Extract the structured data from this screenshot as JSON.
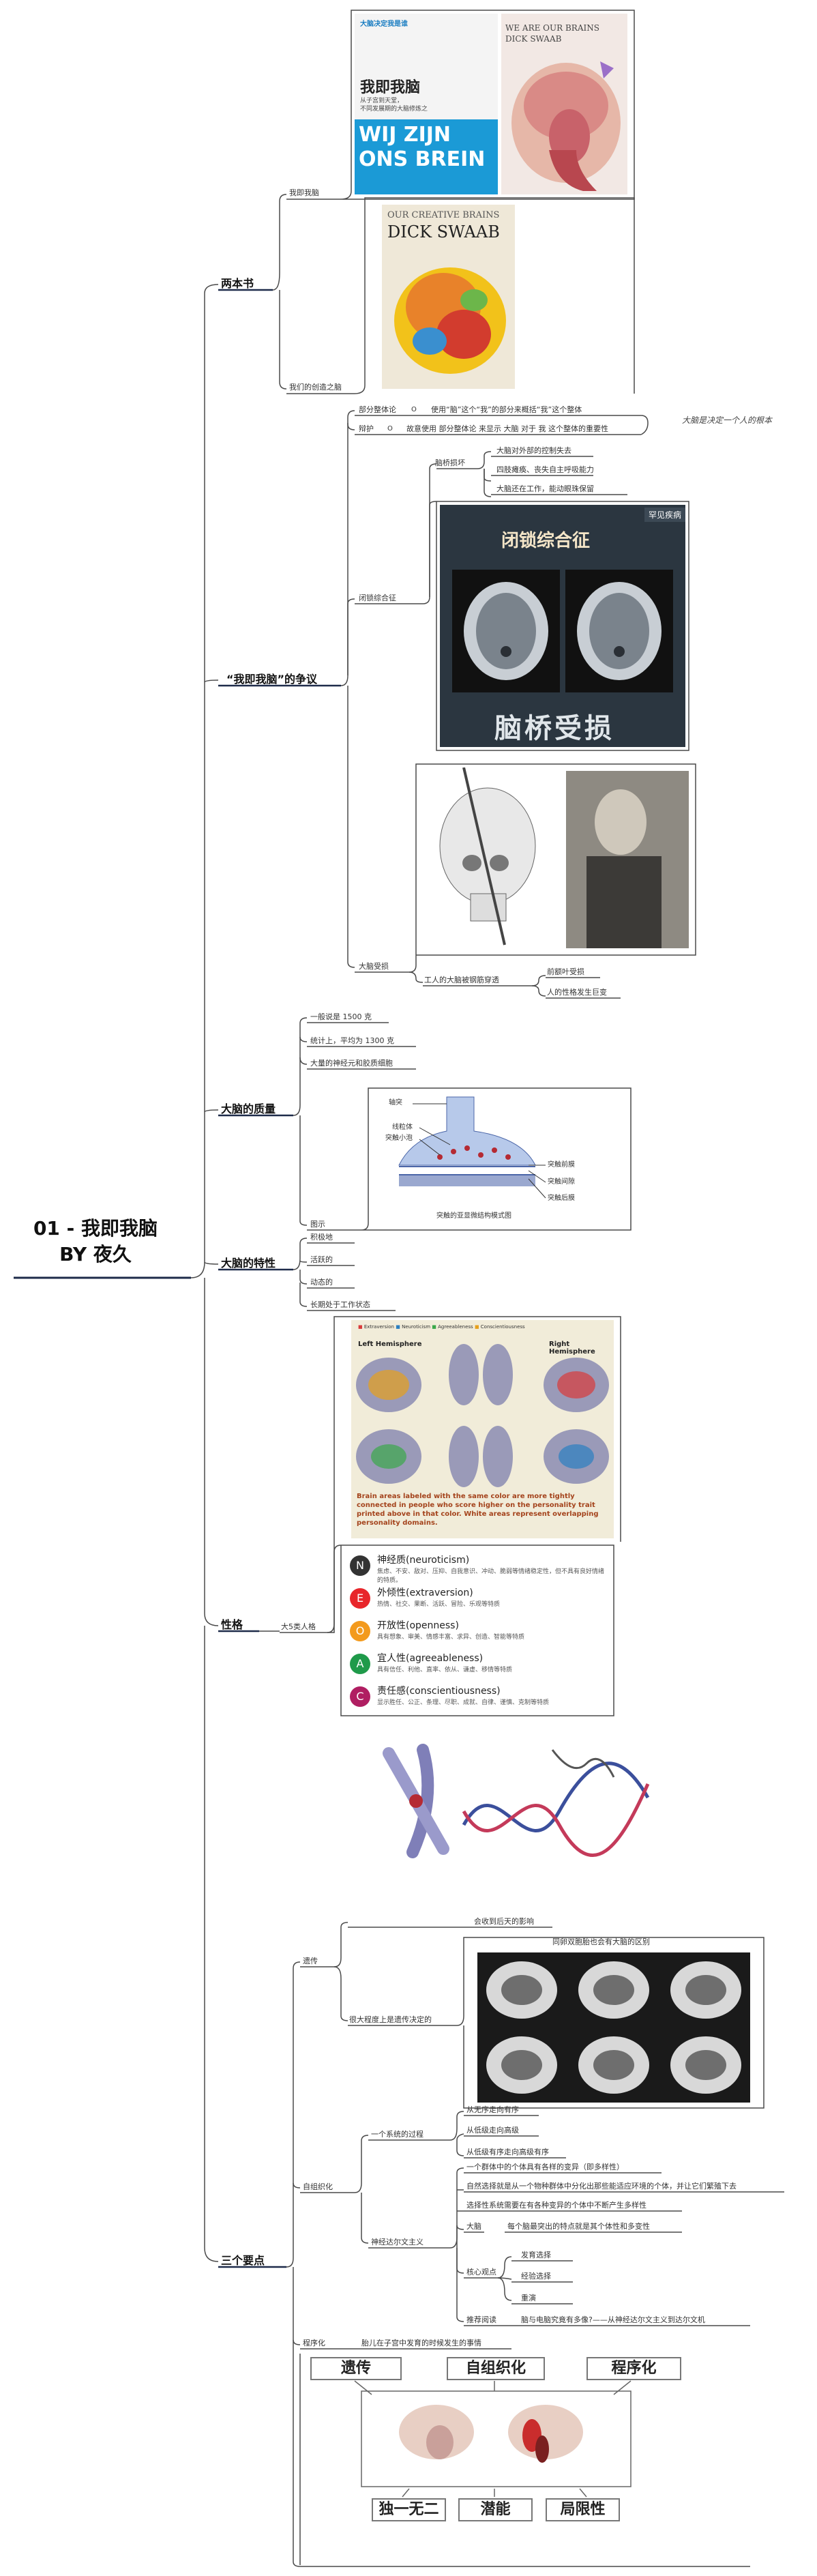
{
  "root": {
    "line1": "01 - 我即我脑",
    "line2": "BY 夜久"
  },
  "sections": {
    "books": "两本书",
    "debate": "“我即我脑”的争议",
    "quality": "大脑的质量",
    "features": "大脑的特性",
    "personality": "性格",
    "three": "三个要点"
  },
  "books": {
    "book1_label": "我即我脑",
    "book2_label": "我们的创造之脑",
    "cover1": {
      "top": "大脑决定我是谁",
      "title_cn": "我即我脑",
      "sub1": "从子宫到天堂，",
      "sub2": "不同发展期的大脑修炼之",
      "nl1": "WIJ ZIJN",
      "nl2": "ONS BREIN"
    },
    "cover2": {
      "line1": "WE ARE OUR BRAINS",
      "line2": "DICK SWAAB"
    },
    "cover3": {
      "line1": "OUR CREATIVE BRAINS",
      "line2": "DICK SWAAB"
    }
  },
  "debate": {
    "part_whole": "部分整体论",
    "part_whole_desc": "使用“脑”这个“我”的部分来概括“我”这个整体",
    "refute": "辩护",
    "refute_desc": "故意使用 部分整体论 来显示 大脑 对于 我 这个整体的重要性",
    "note": "大脑是决定一个人的根本",
    "locked": "闭锁综合征",
    "stem_damage": "脑桥损坏",
    "stem_items": [
      "大脑对外部的控制失去",
      "四肢瘫痪、丧失自主呼吸能力",
      "大脑还在工作，能动眼珠保留"
    ],
    "panel_title": "闭锁综合征",
    "panel_tag": "罕见疾病",
    "panel_caption": "脑桥受损",
    "injury": "大脑受损",
    "worker": "工人的大脑被钢筋穿透",
    "worker_items": [
      "前额叶受损",
      "人的性格发生巨变"
    ]
  },
  "quality": {
    "items": [
      "一般说是 1500 克",
      "统计上，平均为 1300 克",
      "大量的神经元和胶质细胞"
    ],
    "diagram_label": "图示",
    "syn": {
      "axon": "轴突",
      "mito": "线粒体",
      "vesicle": "突触小泡",
      "pre": "突触前膜",
      "cleft": "突触间隙",
      "post": "突触后膜",
      "caption": "突触的亚显微结构模式图"
    }
  },
  "features": {
    "items": [
      "积极地",
      "活跃的",
      "动态的",
      "长期处于工作状态"
    ]
  },
  "personality": {
    "big5": "大5类人格",
    "brainmap": {
      "legend": [
        "Extraversion",
        "Neuroticism",
        "Agreeableness",
        "Conscientiousness"
      ],
      "left": "Left Hemisphere",
      "right": "Right Hemisphere",
      "caption": "Brain areas labeled with the same color are more tightly connected in people who score higher on the personality trait printed above in that color. White areas represent overlapping personality domains."
    },
    "traits": [
      {
        "name": "神经质(neuroticism)",
        "desc": "焦虑、不安、敌对、压抑、自我意识、冲动、脆弱等情绪稳定性，但不具有良好情绪的特质。",
        "color": "#333333",
        "icon": "N"
      },
      {
        "name": "外倾性(extraversion)",
        "desc": "热情、社交、果断、活跃、冒险、乐观等特质",
        "color": "#e8262b",
        "icon": "E"
      },
      {
        "name": "开放性(openness)",
        "desc": "具有想象、审美、情感丰富、求异、创造、智能等特质",
        "color": "#f39a1d",
        "icon": "O"
      },
      {
        "name": "宜人性(agreeableness)",
        "desc": "具有信任、利他、直率、依从、谦虚、移情等特质",
        "color": "#1f9a4a",
        "icon": "A"
      },
      {
        "name": "责任感(conscientiousness)",
        "desc": "显示胜任、公正、条理、尽职、成就、自律、谨慎、克制等特质",
        "color": "#b01e62",
        "icon": "C"
      }
    ]
  },
  "three": {
    "genetics": "遗传",
    "gen_items": [
      "会收到后天的影响",
      "很大程度上是遗传决定的"
    ],
    "twin": "同卵双胞胎也会有大脑的区别",
    "selforg": "自组织化",
    "system": "一个系统的过程",
    "system_items": [
      "从无序走向有序",
      "从低级走向高级",
      "从低级有序走向高级有序"
    ],
    "darwin": "神经达尔文主义",
    "darwin_items": [
      "一个群体中的个体具有各样的变异（即多样性）",
      "自然选择就是从一个物种群体中分化出那些能适应环境的个体，并让它们繁殖下去",
      "选择性系统需要在有各种变异的个体中不断产生多样性"
    ],
    "brain": "大脑",
    "brain_desc": "每个脑最突出的特点就是其个体性和多变性",
    "core": "核心观点",
    "core_items": [
      "发育选择",
      "经验选择",
      "重演"
    ],
    "recommend": "推荐阅读",
    "recommend_desc": "脑与电脑究竟有多像?——从神经达尔文主义到达尔文机",
    "program": "程序化",
    "program_desc": "胎儿在子宫中发育的时候发生的事情",
    "top_boxes": [
      "遗传",
      "自组织化",
      "程序化"
    ],
    "bottom_boxes": [
      "独一无二",
      "潜能",
      "局限性"
    ]
  }
}
